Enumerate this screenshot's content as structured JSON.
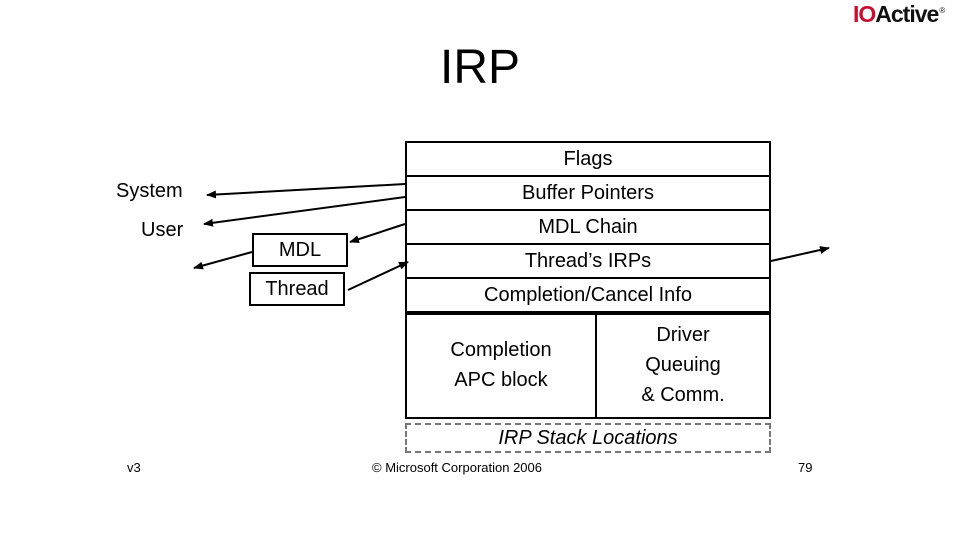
{
  "logo": {
    "part1": "IO",
    "part2": "Active",
    "mark": "®"
  },
  "title": "IRP",
  "irp_fields": [
    "Flags",
    "Buffer Pointers",
    "MDL Chain",
    "Thread’s IRPs",
    "Completion/Cancel Info"
  ],
  "lower_left": [
    "Completion",
    "APC block"
  ],
  "lower_right": [
    "Driver",
    "Queuing",
    "& Comm."
  ],
  "stack_locations": "IRP Stack Locations",
  "side_labels": {
    "system": "System",
    "user": "User",
    "mdl": "MDL",
    "thread": "Thread"
  },
  "footer": {
    "left": "v3",
    "center": "© Microsoft Corporation 2006",
    "right": "79"
  }
}
